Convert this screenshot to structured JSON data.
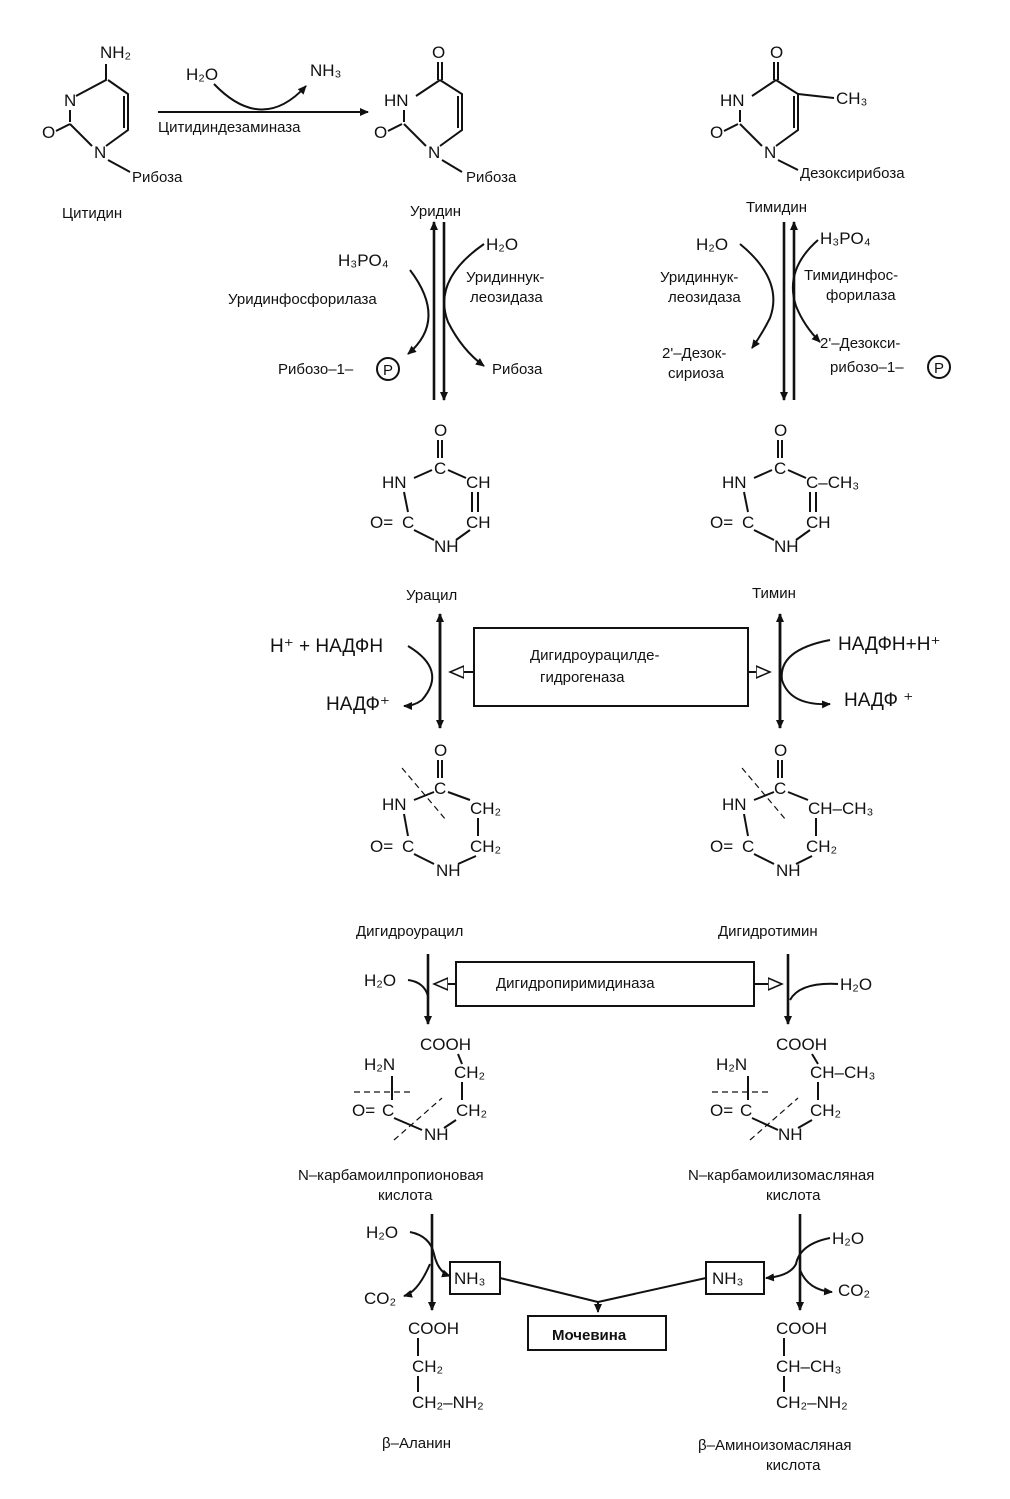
{
  "compounds": {
    "cytidine": "Цитидин",
    "uridine": "Уридин",
    "thymidine": "Тимидин",
    "uracil": "Урацил",
    "thymine": "Тимин",
    "dihydrouracil": "Дигидроурацил",
    "dihydrothymine": "Дигидротимин",
    "carbamoylpropionic_1": "N–карбамоилпропионовая",
    "carbamoylpropionic_2": "кислота",
    "carbamoylisobutyric_1": "N–карбамоилизомасляная",
    "carbamoylisobutyric_2": "кислота",
    "beta_alanine": "β–Аланин",
    "beta_aminoisobutyric_1": "β–Аминоизомасляная",
    "beta_aminoisobutyric_2": "кислота",
    "ribose": "Рибоза",
    "deoxyribose": "Дезоксирибоза"
  },
  "enzymes": {
    "cytidine_deaminase": "Цитидиндезаминаза",
    "uridine_phosphorylase": "Уридинфосфорилаза",
    "uridine_nucleosidase_1": "Уридиннук-",
    "uridine_nucleosidase_2": "леозидаза",
    "thymidine_phosphorylase_1": "Тимидинфос-",
    "thymidine_phosphorylase_2": "форилаза",
    "dihydrouracil_dehydrogenase_1": "Дигидроурацилде-",
    "dihydrouracil_dehydrogenase_2": "гидрогеназа",
    "dihydropyrimidinase": "Дигидропиримидиназа"
  },
  "reagents": {
    "h2o": "H₂O",
    "nh3": "NH₃",
    "h3po4": "H₃PO₄",
    "ribose_1_p": "Рибозо–1–",
    "ribose": "Рибоза",
    "deoxyribose_2_1": "2'–Дезок-",
    "deoxyribose_2_2": "сириоза",
    "deoxyribose_1p_1": "2'–Дезокси-",
    "deoxyribose_1p_2": "рибозо–1–",
    "phosphate": "P",
    "nadph_left": "H⁺ + НАДФН",
    "nadp_left": "НАДФ⁺",
    "nadph_right": "НАДФН+H⁺",
    "nadp_right": "НАДФ ⁺",
    "co2": "CO₂",
    "nh3_box": "NH₃",
    "urea": "Мочевина"
  },
  "atoms": {
    "nh2": "NH₂",
    "n": "N",
    "o": "O",
    "hn": "HN",
    "nh": "NH",
    "c": "C",
    "ch": "CH",
    "ch3": "CH₃",
    "ch2": "CH₂",
    "cooh": "COOH",
    "h2n": "H₂N",
    "o_eq": "O=",
    "ch_ch3": "CH–CH₃",
    "c_ch3": "C–CH₃",
    "ch2_nh2": "CH₂–NH₂",
    "ribose_sub": "Рибоза",
    "deoxyribose_sub": "Дезоксирибоза"
  }
}
